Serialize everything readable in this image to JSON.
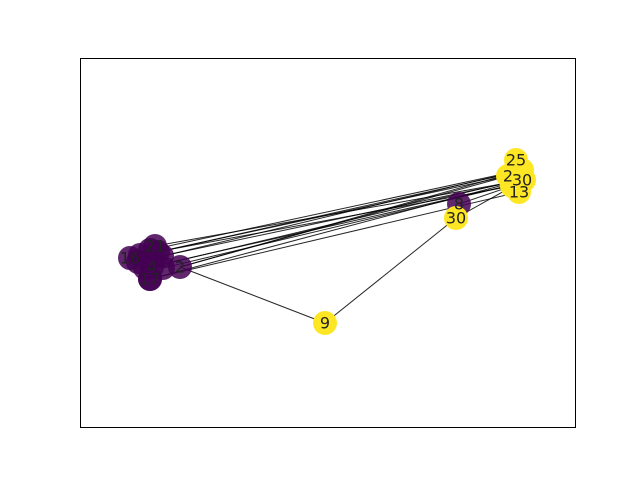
{
  "graph": {
    "colors": {
      "group_a": "#440154",
      "group_b": "#fde725",
      "edge": "#000000",
      "label": "#222222"
    },
    "nodes": [
      {
        "label": "16",
        "group": "group_a"
      },
      {
        "label": "",
        "group": "group_a"
      },
      {
        "label": "",
        "group": "group_a"
      },
      {
        "label": "",
        "group": "group_a"
      },
      {
        "label": "21",
        "group": "group_a"
      },
      {
        "label": "",
        "group": "group_a"
      },
      {
        "label": "",
        "group": "group_a"
      },
      {
        "label": "",
        "group": "group_a"
      },
      {
        "label": "4",
        "group": "group_a"
      },
      {
        "label": "",
        "group": "group_a"
      },
      {
        "label": "",
        "group": "group_a"
      },
      {
        "label": "17",
        "group": "group_a"
      },
      {
        "label": "2",
        "group": "group_a"
      },
      {
        "label": "8",
        "group": "group_a"
      },
      {
        "label": "30",
        "group": "group_b"
      },
      {
        "label": "9",
        "group": "group_b"
      },
      {
        "label": "25",
        "group": "group_b"
      },
      {
        "label": "",
        "group": "group_b"
      },
      {
        "label": "",
        "group": "group_b"
      },
      {
        "label": "",
        "group": "group_b"
      },
      {
        "label": "2",
        "group": "group_b"
      },
      {
        "label": "",
        "group": "group_b"
      },
      {
        "label": "",
        "group": "group_b"
      },
      {
        "label": "30",
        "group": "group_b"
      },
      {
        "label": "",
        "group": "group_b"
      },
      {
        "label": "13",
        "group": "group_b"
      }
    ],
    "edges": [
      [
        0,
        20
      ],
      [
        1,
        22
      ],
      [
        2,
        17
      ],
      [
        3,
        18
      ],
      [
        4,
        21
      ],
      [
        5,
        23
      ],
      [
        8,
        19
      ],
      [
        9,
        24
      ],
      [
        10,
        25
      ],
      [
        12,
        20
      ],
      [
        12,
        18
      ],
      [
        12,
        15
      ],
      [
        15,
        14
      ],
      [
        13,
        22
      ],
      [
        14,
        21
      ],
      [
        11,
        23
      ],
      [
        7,
        17
      ],
      [
        6,
        24
      ]
    ]
  }
}
